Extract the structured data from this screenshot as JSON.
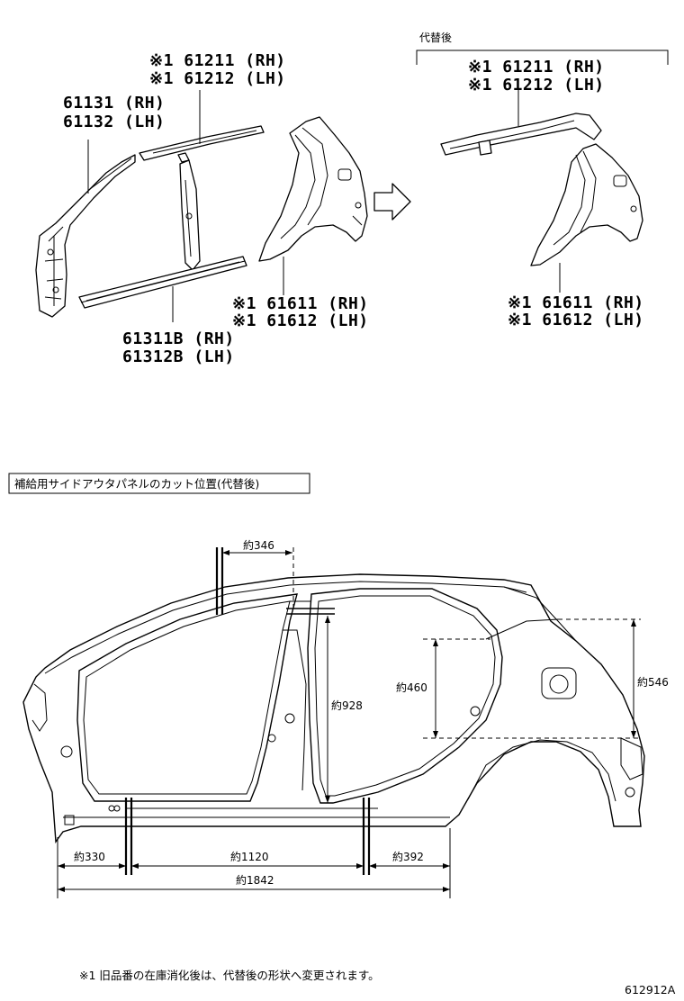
{
  "top_left": {
    "label_roof_rail": [
      "※1 61211 (RH)",
      "※1 61212 (LH)"
    ],
    "label_a_pillar": [
      "61131 (RH)",
      "61132 (LH)"
    ],
    "label_rocker": [
      "61311B (RH)",
      "61312B (LH)"
    ],
    "label_quarter": [
      "※1 61611 (RH)",
      "※1 61612 (LH)"
    ]
  },
  "top_right": {
    "heading": "代替後",
    "label_roof_rail": [
      "※1 61211 (RH)",
      "※1 61212 (LH)"
    ],
    "label_quarter": [
      "※1 61611 (RH)",
      "※1 61612 (LH)"
    ]
  },
  "section_title": "補給用サイドアウタパネルのカット位置(代替後)",
  "dimensions": {
    "d346": "約346",
    "d928": "約928",
    "d460": "約460",
    "d546": "約546",
    "d330": "約330",
    "d1120": "約1120",
    "d392": "約392",
    "d1842": "約1842"
  },
  "footnote": "※1 旧品番の在庫消化後は、代替後の形状へ変更されます。",
  "figure_id": "612912A"
}
